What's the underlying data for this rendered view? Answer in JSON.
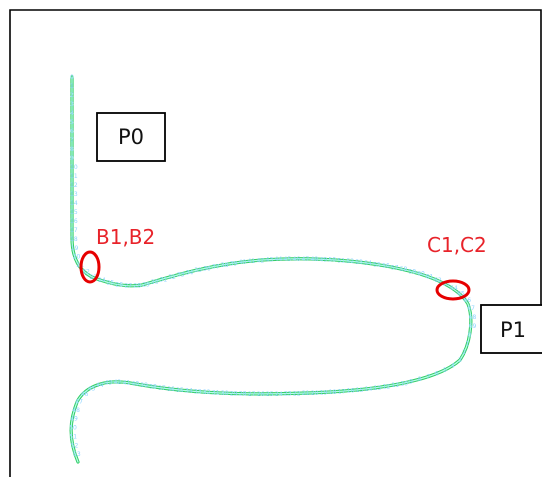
{
  "labels": {
    "p0": "P0",
    "p1": "P1",
    "b": "B1,B2",
    "c": "C1,C2"
  },
  "colors": {
    "path_outer": "#33cc66",
    "path_inner": "#a8ffe0",
    "node_numbers": "#8fd3ff",
    "marker": "#e60000",
    "frame": "#000000",
    "label_red": "#e8232a"
  }
}
